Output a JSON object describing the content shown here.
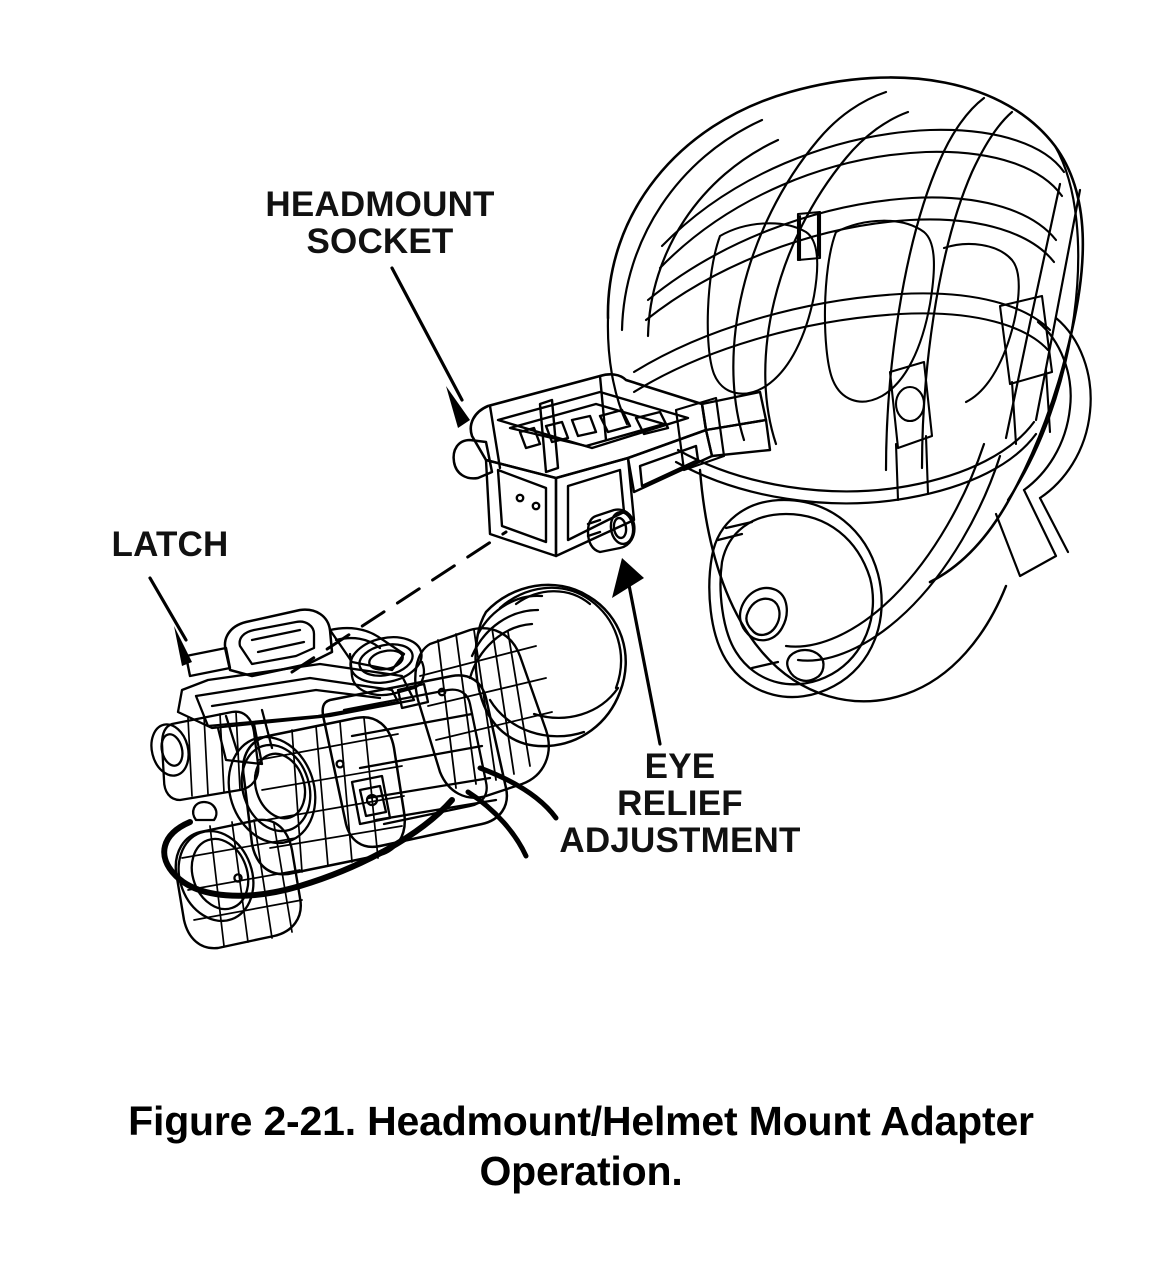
{
  "document": {
    "type": "technical-illustration",
    "figure_number": "Figure 2-21.",
    "caption_line_1": "Figure 2-21.  Headmount/Helmet Mount Adapter",
    "caption_line_2": "Operation.",
    "caption_full": "Figure 2-21.  Headmount/Helmet Mount Adapter Operation.",
    "background_color": "#ffffff",
    "line_color": "#000000"
  },
  "callouts": [
    {
      "id": "headmount-socket",
      "line_1": "HEADMOUNT",
      "line_2": "SOCKET",
      "text": "HEADMOUNT SOCKET",
      "leader": "arrow pointing down-right to bracket on helmet front",
      "arrow_direction": "down-right"
    },
    {
      "id": "latch",
      "line_1": "LATCH",
      "text": "LATCH",
      "leader": "arrow pointing down-right to latch lever on monocular",
      "arrow_direction": "down-right"
    },
    {
      "id": "eye-relief-adjustment",
      "line_1": "EYE",
      "line_2": "RELIEF",
      "line_3": "ADJUSTMENT",
      "text": "EYE RELIEF ADJUSTMENT",
      "leader": "arrow pointing up-left to adjustment knob on socket",
      "arrow_direction": "up-left"
    }
  ],
  "illustration": {
    "objects": [
      {
        "name": "helmet",
        "description": "combat helmet shown from front-left with suspension webbing straps, interior pads, chin cup and side buckles"
      },
      {
        "name": "headmount-socket-bracket",
        "description": "rectangular mounting bracket with internal ribs attached to helmet front"
      },
      {
        "name": "eye-relief-adjustment-knob",
        "description": "small cylindrical knob on lower right of bracket"
      },
      {
        "name": "night-vision-monocular",
        "description": "monocular with knurled objective lens, ridged rubber eyecup, body housing and latch arm"
      },
      {
        "name": "latch-lever",
        "description": "spring latch arm on top-left of monocular that engages the socket"
      },
      {
        "name": "lens-cap",
        "description": "knurled lens cap on a black tether cord"
      },
      {
        "name": "assembly-dash-line",
        "description": "dashed alignment line from monocular latch up to headmount socket"
      }
    ]
  }
}
